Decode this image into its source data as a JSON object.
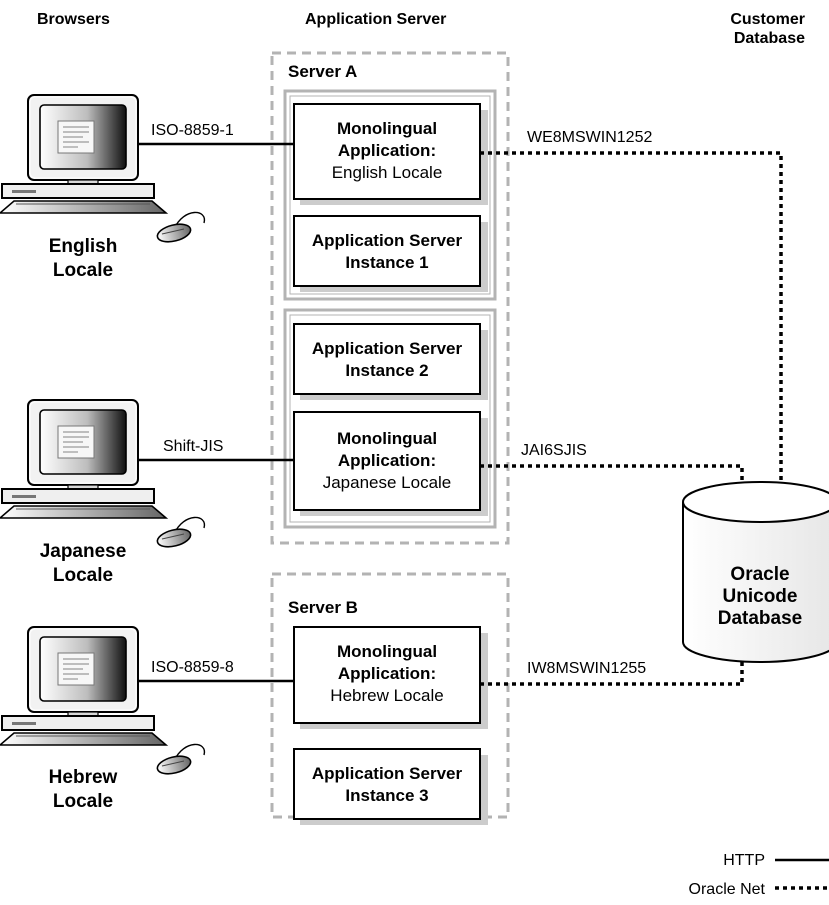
{
  "headers": {
    "browsers": "Browsers",
    "app_server": "Application Server",
    "customer_line1": "Customer",
    "customer_line2": "Database"
  },
  "servers": {
    "a": "Server A",
    "b": "Server B"
  },
  "clients": [
    {
      "locale_line1": "English",
      "locale_line2": "Locale",
      "charset": "ISO-8859-1"
    },
    {
      "locale_line1": "Japanese",
      "locale_line2": "Locale",
      "charset": "Shift-JIS"
    },
    {
      "locale_line1": "Hebrew",
      "locale_line2": "Locale",
      "charset": "ISO-8859-8"
    }
  ],
  "apps": [
    {
      "line1": "Monolingual",
      "line2": "Application:",
      "line3": "English Locale",
      "db_charset": "WE8MSWIN1252"
    },
    {
      "line1": "Monolingual",
      "line2": "Application:",
      "line3": "Japanese Locale",
      "db_charset": "JAI6SJIS"
    },
    {
      "line1": "Monolingual",
      "line2": "Application:",
      "line3": "Hebrew Locale",
      "db_charset": "IW8MSWIN1255"
    }
  ],
  "instances": [
    {
      "line1": "Application Server",
      "line2": "Instance 1"
    },
    {
      "line1": "Application Server",
      "line2": "Instance 2"
    },
    {
      "line1": "Application Server",
      "line2": "Instance 3"
    }
  ],
  "database": {
    "line1": "Oracle",
    "line2": "Unicode",
    "line3": "Database"
  },
  "legend": {
    "http": "HTTP",
    "oracle_net": "Oracle Net"
  },
  "colors": {
    "dashed_border": "#b3b3b3",
    "inner_border": "#b3b3b3",
    "shadow": "#cccccc",
    "monitor_dark": "#222222"
  }
}
